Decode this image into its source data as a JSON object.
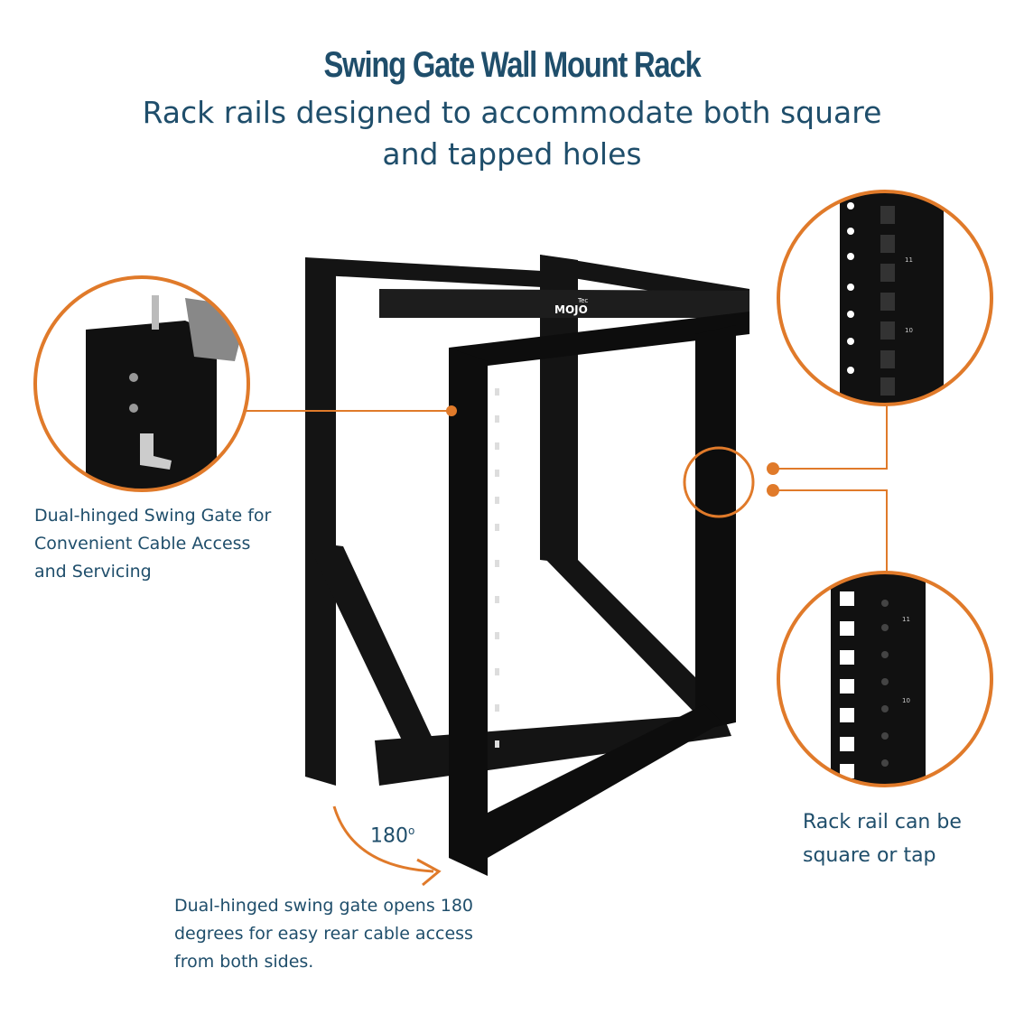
{
  "header": {
    "title": "Swing Gate Wall Mount Rack",
    "subtitle_line1": "Rack rails designed to accommodate both square",
    "subtitle_line2": "and tapped holes"
  },
  "callouts": {
    "left": [
      "Dual-hinged Swing Gate for",
      "Convenient Cable Access",
      "and Servicing"
    ],
    "right": [
      "Rack rail can be",
      "square or tap"
    ],
    "bottom": [
      "Dual-hinged swing gate opens 180",
      "degrees for easy rear cable access",
      "from both sides."
    ]
  },
  "rotation_label": "180",
  "rotation_unit": "o",
  "logo": {
    "small": "Tec",
    "large": "MOJO"
  },
  "rail_numbers": [
    "11",
    "10"
  ],
  "colors": {
    "text": "#1f4e6b",
    "accent": "#e07a2a",
    "rack": "#111111"
  }
}
